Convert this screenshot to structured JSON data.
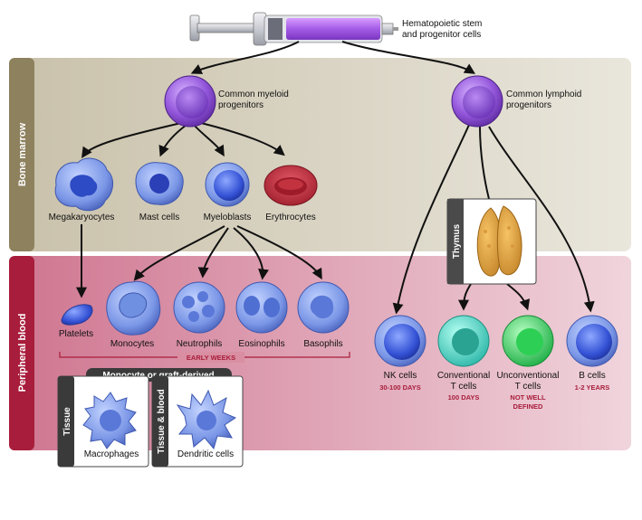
{
  "source": {
    "label_line1": "Hematopoietic stem",
    "label_line2": "and progenitor cells"
  },
  "regions": {
    "bone_marrow": "Bone marrow",
    "peripheral_blood": "Peripheral blood"
  },
  "progenitors": {
    "myeloid_line1": "Common myeloid",
    "myeloid_line2": "progenitors",
    "lymphoid_line1": "Common lymphoid",
    "lymphoid_line2": "progenitors"
  },
  "marrow_cells": {
    "megakaryocytes": "Megakaryocytes",
    "mast_cells": "Mast cells",
    "myeloblasts": "Myeloblasts",
    "erythrocytes": "Erythrocytes"
  },
  "thymus": "Thymus",
  "blood_cells": {
    "platelets": "Platelets",
    "monocytes": "Monocytes",
    "neutrophils": "Neutrophils",
    "eosinophils": "Eosinophils",
    "basophils": "Basophils",
    "early_weeks": "EARLY WEEKS"
  },
  "lymphocytes": {
    "nk_line1": "NK cells",
    "nk_life": "30-100 DAYS",
    "conv_line1": "Conventional",
    "conv_line2": "T cells",
    "conv_life": "100 DAYS",
    "unconv_line1": "Unconventional",
    "unconv_line2": "T cells",
    "unconv_life_line1": "NOT WELL",
    "unconv_life_line2": "DEFINED",
    "b_line1": "B cells",
    "b_life": "1-2 YEARS"
  },
  "tissue": {
    "header": "Monocyte or graft-derived",
    "tissue_tab": "Tissue",
    "tissue_blood_tab": "Tissue & blood",
    "macrophages": "Macrophages",
    "dendritic": "Dendritic cells"
  },
  "colors": {
    "marrow_bg": "#d3cdbb",
    "marrow_tab": "#8e815e",
    "blood_bg": "#d78b9f",
    "blood_tab": "#a81d3b",
    "lifespan_text": "#a81d3b",
    "progenitor": "#8b4fd0",
    "blue_cell": "#6f8fe0",
    "erythrocyte": "#c0303c",
    "teal": "#4fcfc0",
    "green": "#33d25a"
  }
}
